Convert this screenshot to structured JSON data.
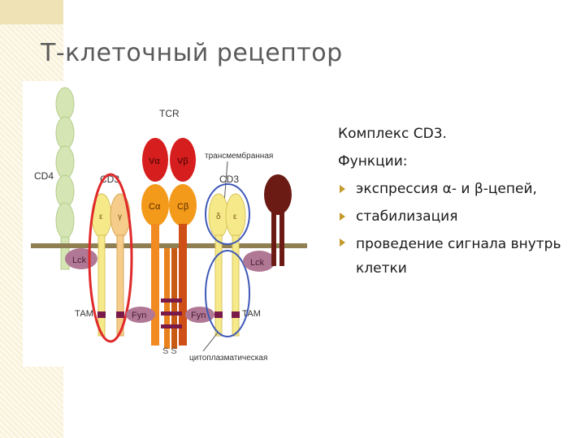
{
  "slide": {
    "title": "Т-клеточный рецептор",
    "heading": "Комплекс CD3.",
    "subheading": "Функции:",
    "bullets": [
      "экспрессия α- и β-цепей,",
      "стабилизация",
      "проведение сигнала внутрь клетки"
    ],
    "bullet_color": "#c49a2c"
  },
  "figure": {
    "labels": {
      "tcr": "TCR",
      "transmembrane": "трансмембранная",
      "cd4": "CD4",
      "cd3_left": "CD3",
      "cd3_right": "CD3",
      "v_alpha": "Vα",
      "v_beta": "Vβ",
      "c_alpha": "Cα",
      "c_beta": "Cβ",
      "epsilon_left": "ε",
      "gamma": "γ",
      "delta": "δ",
      "epsilon_right": "ε",
      "lck_left": "Lck",
      "lck_right": "Lck",
      "fyn_left": "Fyn",
      "fyn_right": "Fyn",
      "itam_left": "ТАМ",
      "itam_right": "ТАМ",
      "ss": "S S",
      "cytoplasmic": "цитоплазматическая"
    },
    "colors": {
      "membrane": "#8f7f52",
      "cd4": "#d5e6b4",
      "cd3_epsilon": "#f6e98a",
      "cd3_gamma": "#f6cc8a",
      "tcr_v": "#d71e1e",
      "tcr_c": "#f39a1a",
      "tcr_stalk_a": "#f28a22",
      "tcr_stalk_b": "#cf5016",
      "zeta": "#e9821c",
      "dark_receptor": "#6b1b14",
      "kinase": "#b07894",
      "itam": "#7a1a4a",
      "circle_red": "#e02a2a",
      "circle_blue": "#3f59b8"
    }
  }
}
